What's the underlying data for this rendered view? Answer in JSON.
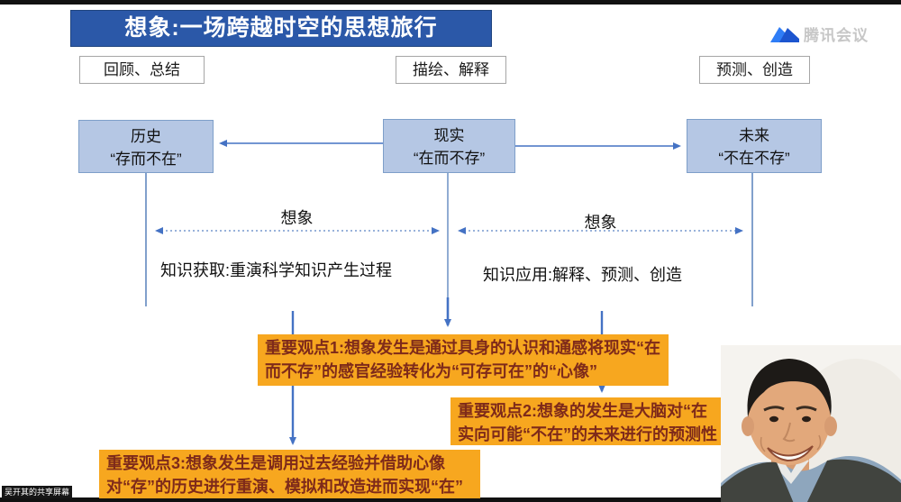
{
  "window": {
    "share_banner": "吴开其的共享屏幕",
    "brand_name": "腾讯会议"
  },
  "slide": {
    "title": "想象:一场跨越时空的思想旅行",
    "function_labels": {
      "left": "回顾、总结",
      "center": "描绘、解释",
      "right": "预测、创造"
    },
    "nodes": {
      "history": {
        "name": "历史",
        "quote": "“存而不在”"
      },
      "reality": {
        "name": "现实",
        "quote": "“在而不存”"
      },
      "future": {
        "name": "未来",
        "quote": "“不在不存”"
      }
    },
    "imagination_label_left": "想象",
    "imagination_label_right": "想象",
    "knowledge_acquisition": "知识获取:重演科学知识产生过程",
    "knowledge_application": "知识应用:解释、预测、创造",
    "key_points": {
      "point1": "重要观点1:想象发生是通过具身的认识和通感将现实“在而不存”的感官经验转化为“可存可在”的“心像”",
      "point2_line1": "重要观点2:想象的发生是大脑对“在",
      "point2_line2": "实向可能“不在”的未来进行的预测性",
      "point3": "重要观点3:想象发生是调用过去经验并借助心像对“存”的历史进行重演、模拟和改造进而实现“在”"
    },
    "colors": {
      "title_bg": "#2b58a8",
      "node_fill": "#b5c7e4",
      "node_border": "#7e9fc9",
      "connector": "#4472c4",
      "highlight_bg": "#f7a71f",
      "highlight_text": "#7e2a1a",
      "brand_blue_light": "#2f7df6",
      "brand_blue_dark": "#1c55cf"
    }
  }
}
